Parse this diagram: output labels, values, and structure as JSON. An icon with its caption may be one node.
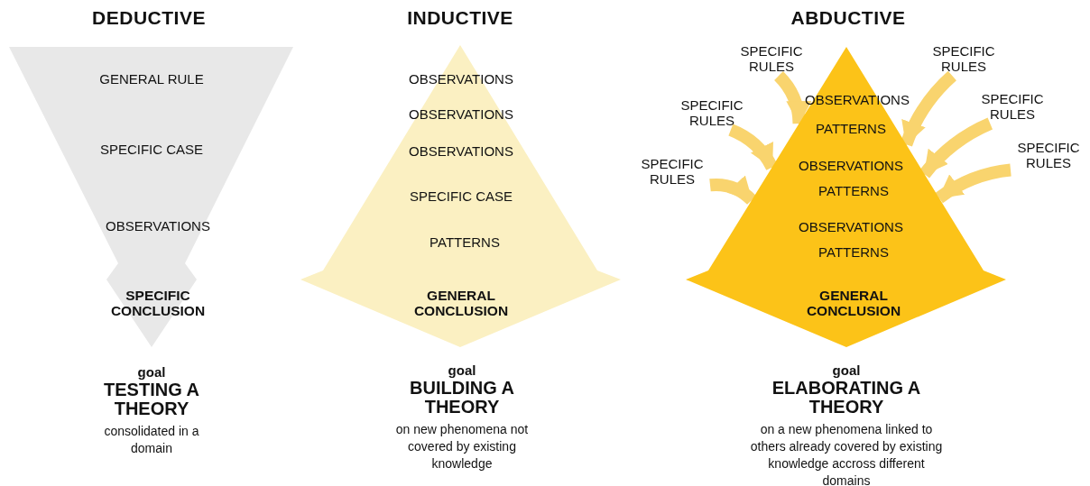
{
  "diagram": {
    "nodes": [
      {
        "text": [
          "DEDUCTIVE",
          "GENERAL RULE",
          "SPECIFIC CASE",
          "OBSERVATIONS",
          "SPECIFIC CONCLUSION"
        ],
        "beside": [
          "goal",
          "TESTING A THEORY",
          "consolidated in a domain"
        ]
      },
      {
        "text": [
          "INDUCTIVE",
          "OBSERVATIONS",
          "OBSERVATIONS",
          "OBSERVATIONS",
          "SPECIFIC CASE",
          "PATTERNS",
          "GENERAL CONCLUSION"
        ],
        "beside": [
          "goal",
          "BUILDING A THEORY",
          "on new phenomena not covered by existing knowledge"
        ]
      },
      {
        "text": [
          "ABDUCTIVE",
          "OBSERVATIONS",
          "PATTERNS",
          "OBSERVATIONS",
          "PATTERNS",
          "OBSERVATIONS",
          "PATTERNS",
          "GENERAL CONCLUSION"
        ],
        "beside": [
          "goal",
          "ELABORATING A THEORY",
          "on a new phenomena linked to others already covered by existing knowledge accross different domains"
        ]
      },
      {
        "text": [
          "SPECIFIC RULES"
        ]
      },
      {
        "text": [
          "SPECIFIC RULES"
        ]
      },
      {
        "text": [
          "SPECIFIC RULES"
        ]
      },
      {
        "text": [
          "SPECIFIC RULES"
        ]
      },
      {
        "text": [
          "SPECIFIC RULES"
        ]
      },
      {
        "text": [
          "SPECIFIC RULES"
        ]
      }
    ],
    "edges": [
      {
        "from": 3,
        "to": 2,
        "arrow": "to"
      },
      {
        "from": 4,
        "to": 2,
        "arrow": "to"
      },
      {
        "from": 5,
        "to": 2,
        "arrow": "to"
      },
      {
        "from": 6,
        "to": 2,
        "arrow": "to"
      },
      {
        "from": 7,
        "to": 2,
        "arrow": "to"
      },
      {
        "from": 8,
        "to": 2,
        "arrow": "to"
      }
    ]
  }
}
